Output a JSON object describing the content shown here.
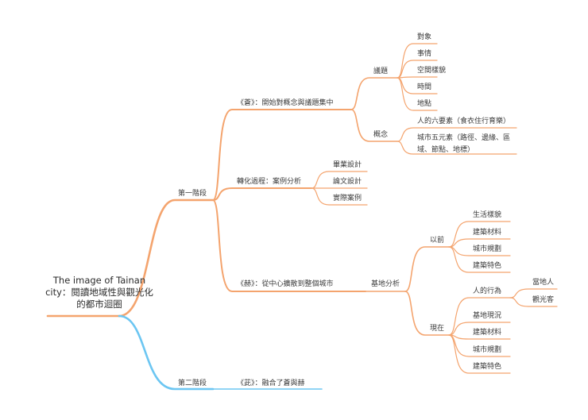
{
  "root": {
    "line1": "The image of Tainan",
    "line2": "city：閱讀地域性與觀光化",
    "line3": "的都市迴圈"
  },
  "stage1": {
    "label": "第一階段",
    "cang": {
      "label": "《蒼》：開始對概念與議題集中",
      "topics": {
        "label": "議題",
        "items": [
          "對象",
          "事情",
          "空間樣貌",
          "時間",
          "地點"
        ]
      },
      "concepts": {
        "label": "概念",
        "items": [
          "人的六要素（食衣住行育樂）"
        ],
        "item2_line1": "城市五元素（路徑、邊緣、區",
        "item2_line2": "域、節點、地標）"
      }
    },
    "transform": {
      "label": "轉化過程：案例分析",
      "items": [
        "畢業設計",
        "論文設計",
        "實際案例"
      ]
    },
    "he": {
      "label": "《赫》：從中心擴散到整個城市",
      "base": {
        "label": "基地分析",
        "before": {
          "label": "以前",
          "items": [
            "生活樣貌",
            "建築材料",
            "城市規劃",
            "建築特色"
          ]
        },
        "now": {
          "label": "現在",
          "behavior": {
            "label": "人的行為",
            "items": [
              "當地人",
              "觀光客"
            ]
          },
          "items": [
            "基地現況",
            "建築材料",
            "城市規劃",
            "建築特色"
          ]
        }
      }
    }
  },
  "stage2": {
    "label": "第二階段",
    "child": "《茈》：融合了蒼與赫"
  },
  "colors": {
    "branch1": "#f4a46e",
    "branch2": "#6cc6f2"
  }
}
